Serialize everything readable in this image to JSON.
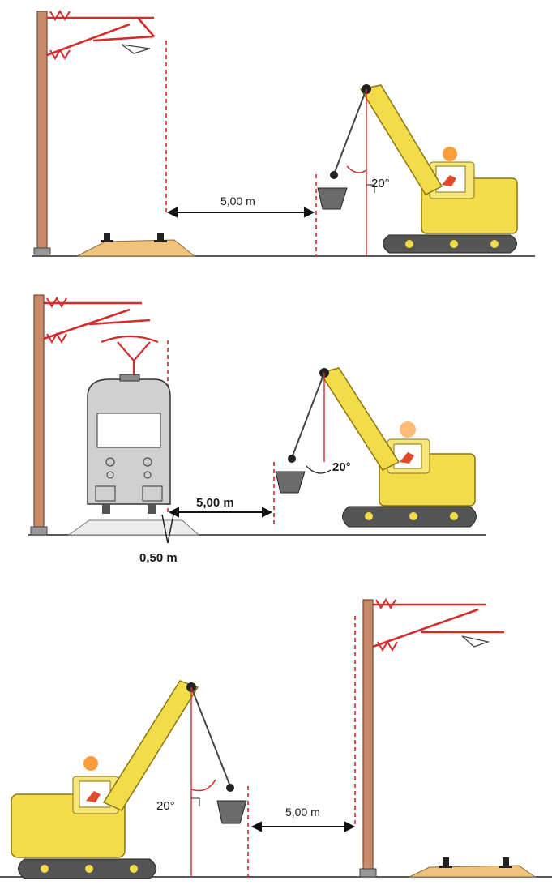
{
  "colors": {
    "catenary": "#d42b2b",
    "mast": "#c98a6a",
    "excavator": "#f2dc4a",
    "excavator_dark": "#c9a820",
    "bucket": "#6b6b6b",
    "ground": "#f0c27a",
    "dimension": "#111111",
    "beacon": "#ff8c1a",
    "train": "#d0d0d0"
  },
  "panels": [
    {
      "distance_label": "5,00 m",
      "angle_label": "20°"
    },
    {
      "distance_label": "5,00 m",
      "angle_label": "20°",
      "offset_label": "0,50 m"
    },
    {
      "distance_label": "5,00 m",
      "angle_label": "20°"
    }
  ]
}
